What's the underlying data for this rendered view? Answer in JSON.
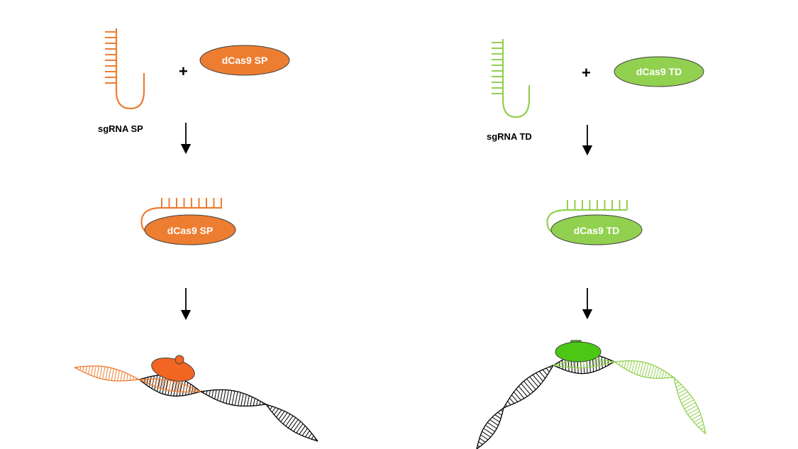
{
  "left": {
    "sgrna_label": "sgRNA  SP",
    "protein_label": "dCas9 SP",
    "complex_label": "dCas9 SP",
    "plus": "+"
  },
  "right": {
    "sgrna_label": "sgRNA  TD",
    "protein_label": "dCas9 TD",
    "complex_label": "dCas9 TD",
    "plus": "+"
  },
  "colors": {
    "orange": "#ED7D31",
    "orange_bound": "#F26522",
    "green": "#92D050",
    "green_bound": "#4CC814",
    "dna": "#000000",
    "outline": "#404040"
  }
}
